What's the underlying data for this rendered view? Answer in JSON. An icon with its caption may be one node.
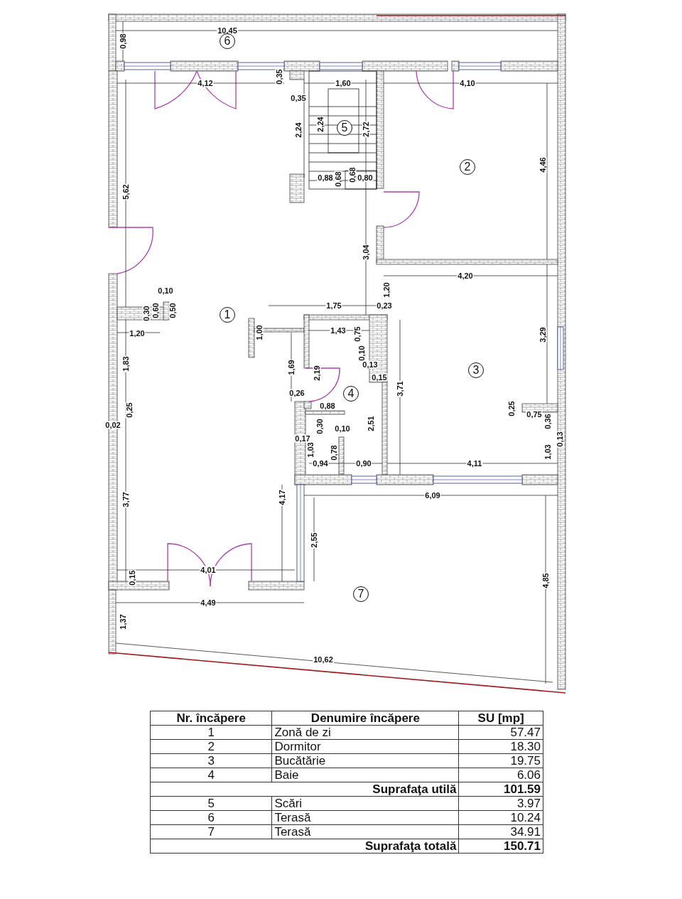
{
  "diagram": {
    "labels": [
      "10,45",
      "0,98",
      "6",
      "4,12",
      "0,35",
      "1,60",
      "4,10",
      "0,35",
      "2,24",
      "2,24",
      "5",
      "2,72",
      "2",
      "4,46",
      "0,88",
      "0,68",
      "0,68",
      "0,80",
      "5,62",
      "3,04",
      "4,20",
      "1,20",
      "0,10",
      "0,30",
      "0,60",
      "0,50",
      "1",
      "1,75",
      "0,23",
      "1,20",
      "1,00",
      "1,43",
      "0,75",
      "3,29",
      "0,10",
      "0,13",
      "0,15",
      "1,83",
      "1,69",
      "2,19",
      "3",
      "3,71",
      "0,26",
      "4",
      "0,25",
      "0,02",
      "0,88",
      "0,30",
      "0,10",
      "2,51",
      "0,25",
      "0,75",
      "0,36",
      "0,17",
      "1,03",
      "0,78",
      "0,94",
      "0,90",
      "4,11",
      "1,03",
      "0,13",
      "4,17",
      "6,09",
      "3,77",
      "2,55",
      "4,01",
      "0,15",
      "4,85",
      "7",
      "4,49",
      "1,37",
      "10,62",
      "Nr. încăpere",
      "Denumire încăpere",
      "SU [mp]",
      "1",
      "Zonă de zi",
      "57.47",
      "2",
      "Dormitor",
      "18.30",
      "3",
      "Bucătărie",
      "19.75",
      "4",
      "Baie",
      "6.06",
      "Suprafaţa utilă",
      "101.59",
      "5",
      "Scări",
      "3.97",
      "6",
      "Terasă",
      "10.24",
      "7",
      "Terasă",
      "34.91",
      "Suprafaţa totală",
      "150.71"
    ]
  }
}
